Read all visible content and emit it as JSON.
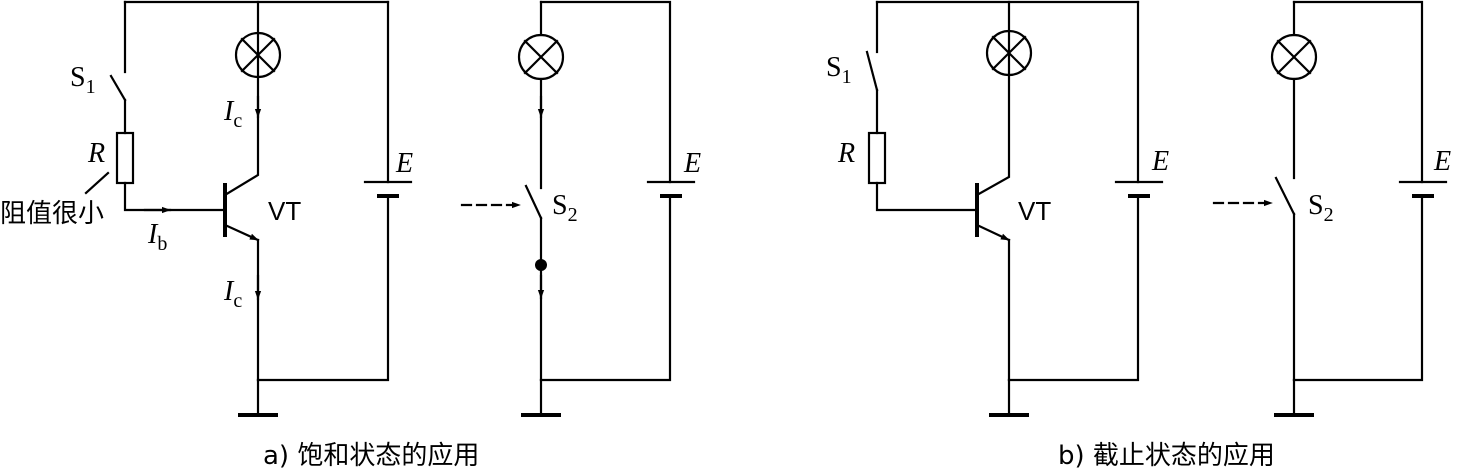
{
  "labels": {
    "S": "S",
    "sub1": "1",
    "sub2": "2",
    "R": "R",
    "resistor_note": "阻值很小",
    "I": "I",
    "sub_c": "c",
    "sub_b": "b",
    "VT": "VT",
    "E": "E"
  },
  "captions": {
    "a": "a) 饱和状态的应用",
    "b": "b) 截止状态的应用"
  },
  "colors": {
    "line": "#000000",
    "background": "#ffffff"
  }
}
